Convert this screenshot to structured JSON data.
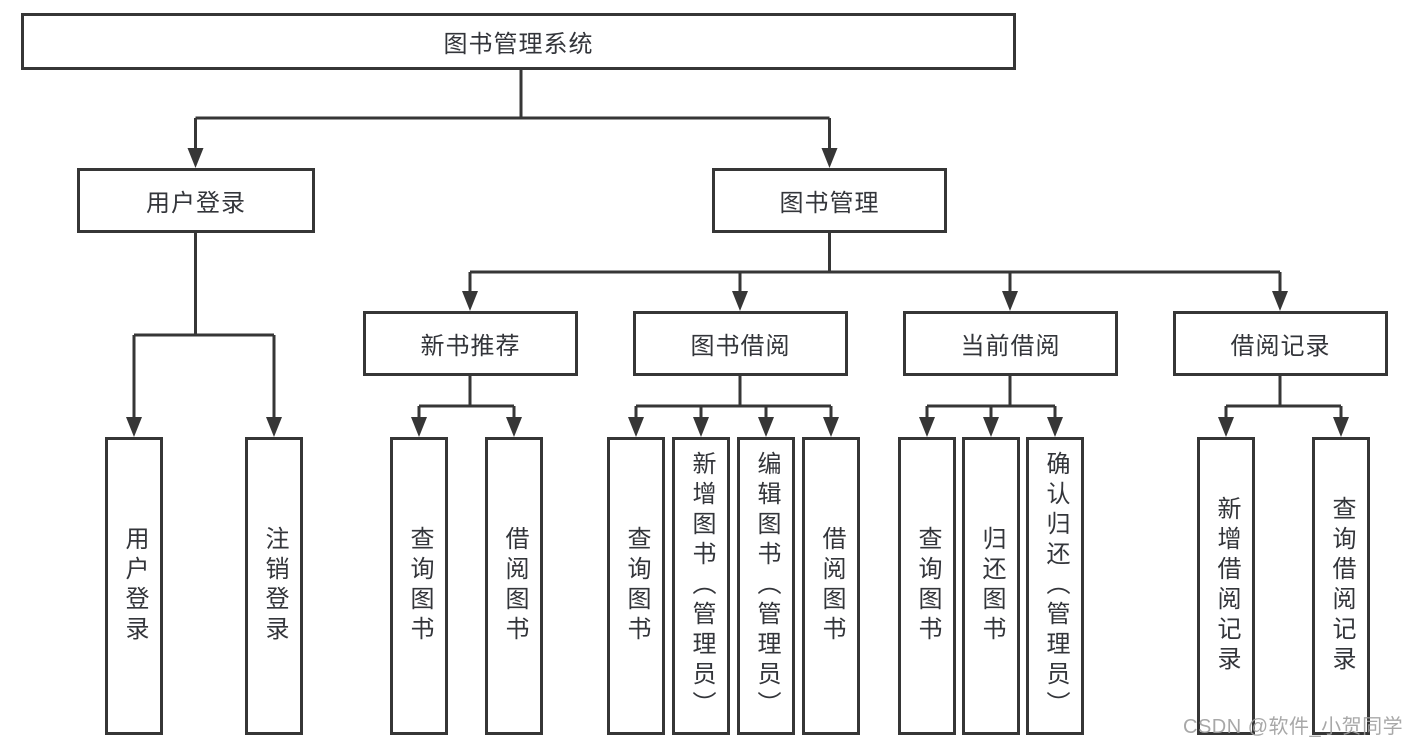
{
  "diagram": {
    "root": {
      "label": "图书管理系统"
    },
    "level2": [
      {
        "id": "user-login",
        "label": "用户登录",
        "children": [
          {
            "label": "用户登录"
          },
          {
            "label": "注销登录"
          }
        ]
      },
      {
        "id": "book-management",
        "label": "图书管理",
        "children": [
          {
            "label": "新书推荐",
            "children": [
              {
                "label": "查询图书"
              },
              {
                "label": "借阅图书"
              }
            ]
          },
          {
            "label": "图书借阅",
            "children": [
              {
                "label": "查询图书"
              },
              {
                "label": "新增图书（管理员）"
              },
              {
                "label": "编辑图书（管理员）"
              },
              {
                "label": "借阅图书"
              }
            ]
          },
          {
            "label": "当前借阅",
            "children": [
              {
                "label": "查询图书"
              },
              {
                "label": "归还图书"
              },
              {
                "label": "确认归还（管理员）"
              }
            ]
          },
          {
            "label": "借阅记录",
            "children": [
              {
                "label": "新增借阅记录"
              },
              {
                "label": "查询借阅记录"
              }
            ]
          }
        ]
      }
    ]
  },
  "watermark": {
    "text": "CSDN @软件_小贺同学"
  },
  "colors": {
    "line": "#363636",
    "text": "#33353a",
    "background": "#ffffff",
    "watermark": "#9e9e9e"
  }
}
